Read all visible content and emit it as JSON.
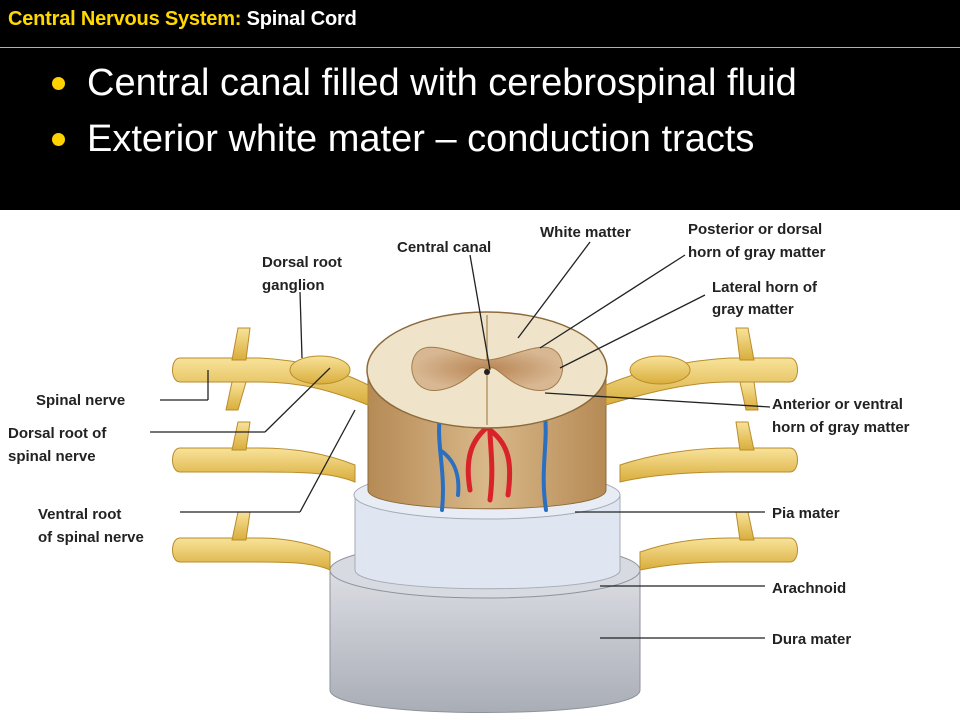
{
  "header": {
    "title_part1": "Central Nervous System:",
    "title_part2": "Spinal Cord"
  },
  "bullets": [
    "Central canal filled with cerebrospinal fluid",
    "Exterior white mater – conduction tracts"
  ],
  "figure": {
    "labels": {
      "central_canal": "Central canal",
      "white_matter": "White matter",
      "posterior_horn_1": "Posterior or dorsal",
      "posterior_horn_2": "horn of gray matter",
      "lateral_horn_1": "Lateral horn of",
      "lateral_horn_2": "gray matter",
      "dorsal_root_ganglion_1": "Dorsal root",
      "dorsal_root_ganglion_2": "ganglion",
      "spinal_nerve": "Spinal nerve",
      "dorsal_root_1": "Dorsal root of",
      "dorsal_root_2": "spinal nerve",
      "ventral_root_1": "Ventral root",
      "ventral_root_2": "of spinal nerve",
      "anterior_horn_1": "Anterior or ventral",
      "anterior_horn_2": "horn of gray matter",
      "pia_mater": "Pia mater",
      "arachnoid": "Arachnoid",
      "dura_mater": "Dura mater"
    }
  },
  "colors": {
    "title_yellow": "#ffd800",
    "bullet_dot": "#ffd200",
    "nerve_yellow": "#f3d36a",
    "cord_tan": "#eadcc0",
    "gray_matter": "#c79b6c",
    "vessel_red": "#d8232a",
    "vessel_blue": "#2a6fc0",
    "dura_gray": "#c9ccd3"
  }
}
